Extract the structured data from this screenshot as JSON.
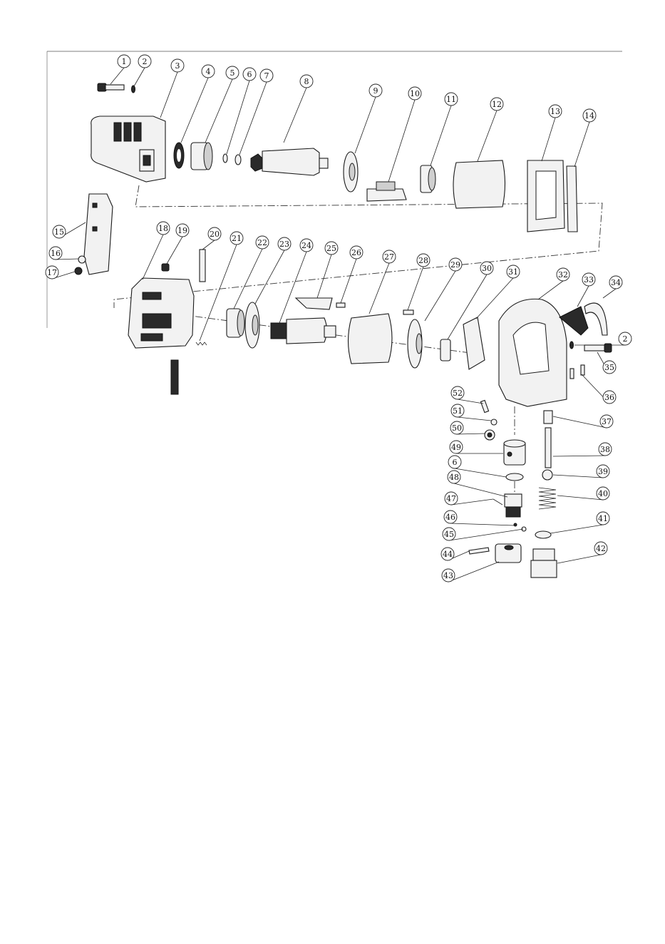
{
  "callouts": [
    {
      "id": "c1",
      "label": "1"
    },
    {
      "id": "c2a",
      "label": "2"
    },
    {
      "id": "c3",
      "label": "3"
    },
    {
      "id": "c4",
      "label": "4"
    },
    {
      "id": "c5",
      "label": "5"
    },
    {
      "id": "c6a",
      "label": "6"
    },
    {
      "id": "c7",
      "label": "7"
    },
    {
      "id": "c8",
      "label": "8"
    },
    {
      "id": "c9",
      "label": "9"
    },
    {
      "id": "c10",
      "label": "10"
    },
    {
      "id": "c11",
      "label": "11"
    },
    {
      "id": "c12",
      "label": "12"
    },
    {
      "id": "c13",
      "label": "13"
    },
    {
      "id": "c14",
      "label": "14"
    },
    {
      "id": "c15",
      "label": "15"
    },
    {
      "id": "c16",
      "label": "16"
    },
    {
      "id": "c17",
      "label": "17"
    },
    {
      "id": "c18",
      "label": "18"
    },
    {
      "id": "c19",
      "label": "19"
    },
    {
      "id": "c20",
      "label": "20"
    },
    {
      "id": "c21",
      "label": "21"
    },
    {
      "id": "c22",
      "label": "22"
    },
    {
      "id": "c23",
      "label": "23"
    },
    {
      "id": "c24",
      "label": "24"
    },
    {
      "id": "c25",
      "label": "25"
    },
    {
      "id": "c26",
      "label": "26"
    },
    {
      "id": "c27",
      "label": "27"
    },
    {
      "id": "c28",
      "label": "28"
    },
    {
      "id": "c29",
      "label": "29"
    },
    {
      "id": "c30",
      "label": "30"
    },
    {
      "id": "c31",
      "label": "31"
    },
    {
      "id": "c32",
      "label": "32"
    },
    {
      "id": "c33",
      "label": "33"
    },
    {
      "id": "c34",
      "label": "34"
    },
    {
      "id": "c2b",
      "label": "2"
    },
    {
      "id": "c35",
      "label": "35"
    },
    {
      "id": "c36",
      "label": "36"
    },
    {
      "id": "c37",
      "label": "37"
    },
    {
      "id": "c38",
      "label": "38"
    },
    {
      "id": "c39",
      "label": "39"
    },
    {
      "id": "c40",
      "label": "40"
    },
    {
      "id": "c41",
      "label": "41"
    },
    {
      "id": "c42",
      "label": "42"
    },
    {
      "id": "c43",
      "label": "43"
    },
    {
      "id": "c44",
      "label": "44"
    },
    {
      "id": "c45",
      "label": "45"
    },
    {
      "id": "c46",
      "label": "46"
    },
    {
      "id": "c47",
      "label": "47"
    },
    {
      "id": "c48",
      "label": "48"
    },
    {
      "id": "c6b",
      "label": "6"
    },
    {
      "id": "c49",
      "label": "49"
    },
    {
      "id": "c50",
      "label": "50"
    },
    {
      "id": "c51",
      "label": "51"
    },
    {
      "id": "c52",
      "label": "52"
    }
  ]
}
